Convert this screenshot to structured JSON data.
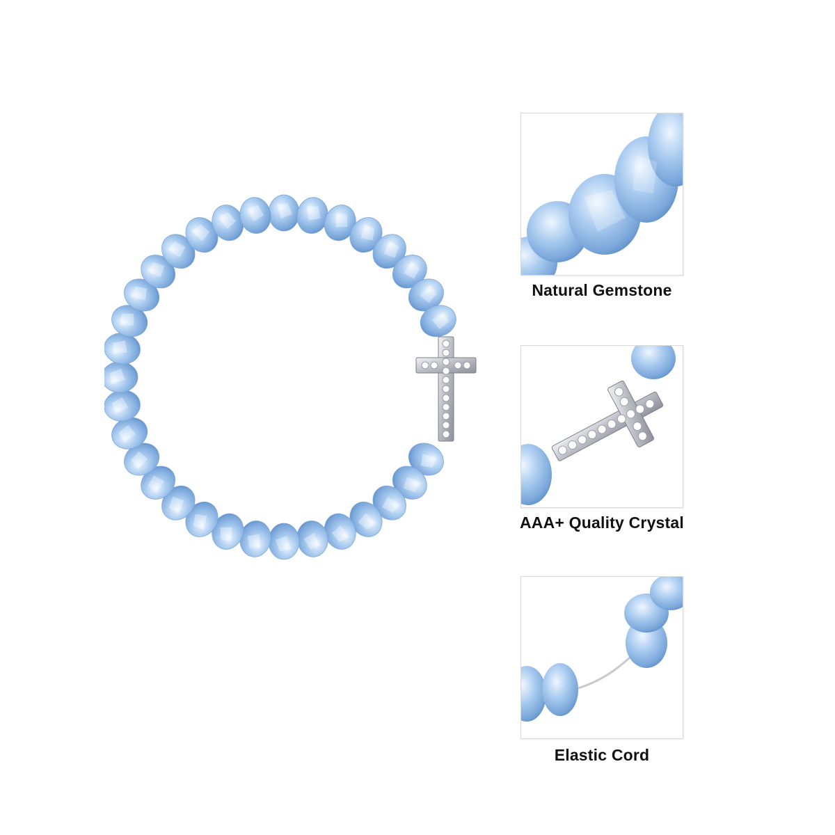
{
  "product": {
    "bead_color": "#9dc2ea",
    "bead_highlight": "#e8f2fc",
    "bead_shadow": "#5f8fc8",
    "metal_color": "#c9ccd2"
  },
  "panels": [
    {
      "caption": "Natural Gemstone"
    },
    {
      "caption": "AAA+ Quality Crystal"
    },
    {
      "caption": "Elastic Cord"
    }
  ]
}
